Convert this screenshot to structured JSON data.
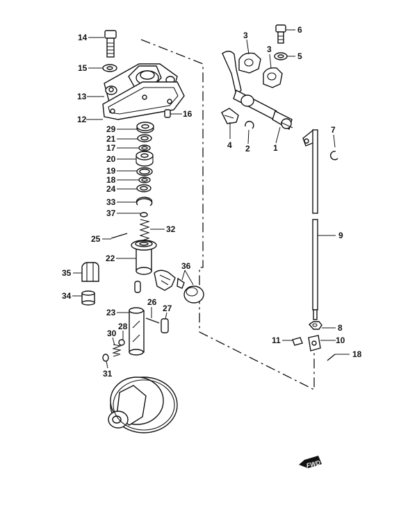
{
  "callouts": [
    "1",
    "2",
    "3",
    "3",
    "4",
    "5",
    "6",
    "7",
    "8",
    "9",
    "10",
    "11",
    "12",
    "13",
    "14",
    "15",
    "16",
    "17",
    "18",
    "18",
    "19",
    "20",
    "21",
    "22",
    "23",
    "24",
    "25",
    "26",
    "27",
    "28",
    "29",
    "30",
    "31",
    "32",
    "33",
    "34",
    "35",
    "36",
    "37"
  ],
  "fwd_badge": "FWD"
}
